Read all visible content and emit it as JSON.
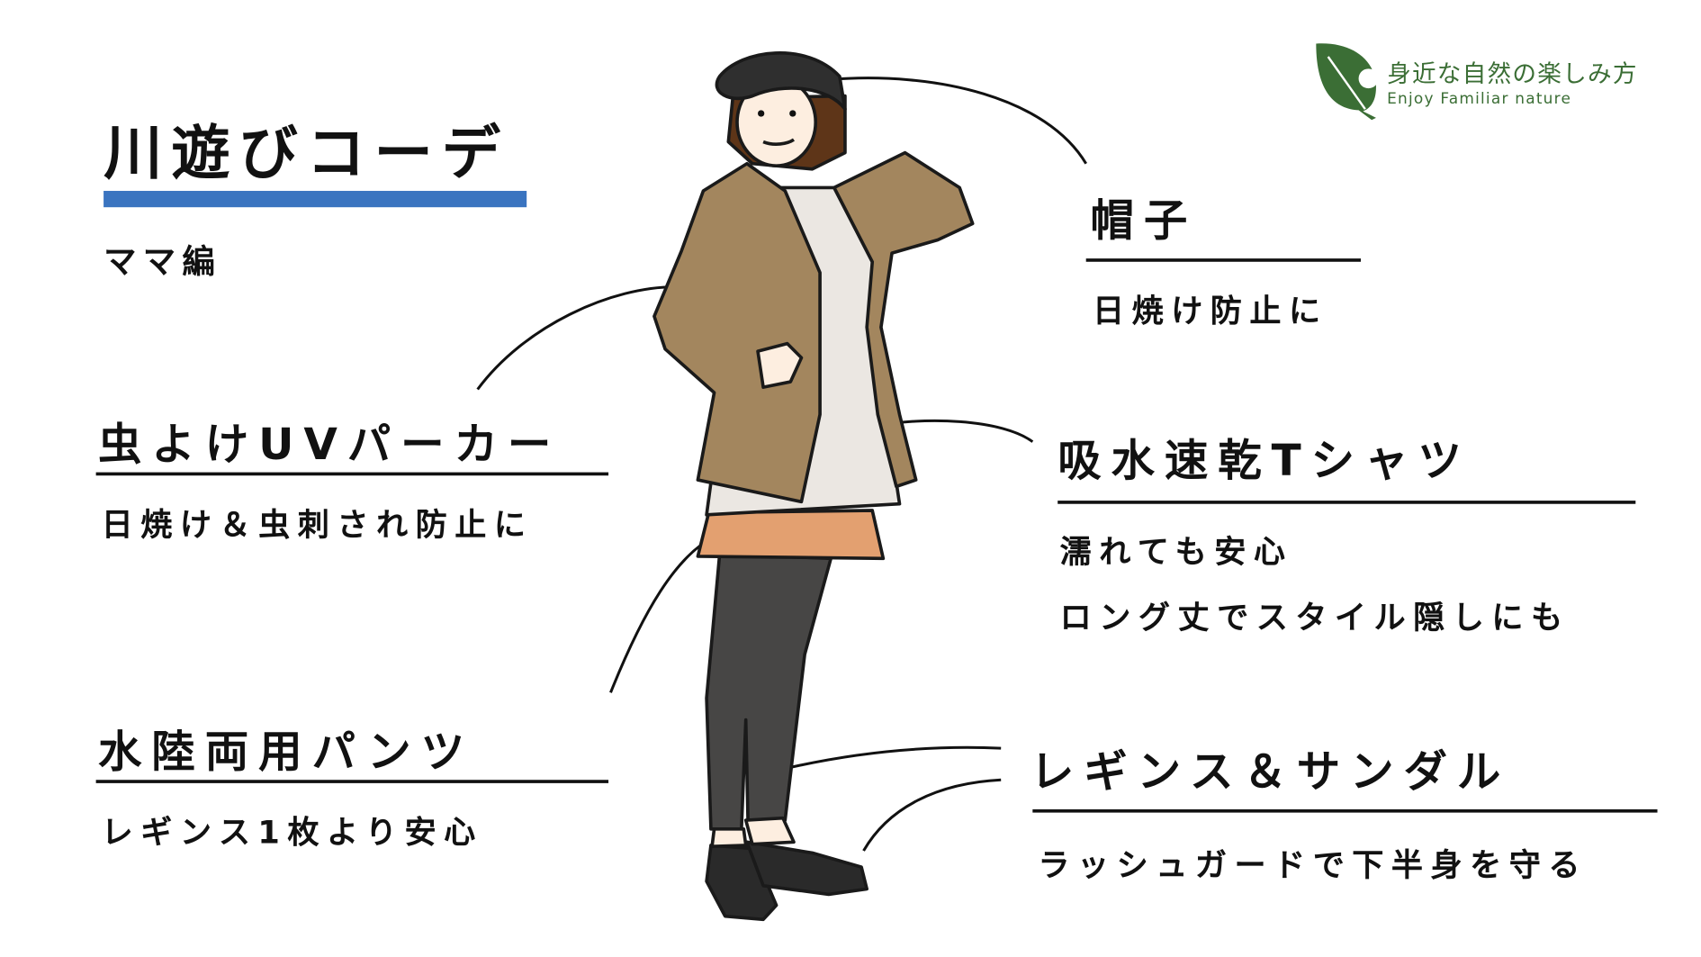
{
  "title": "川遊びコーデ",
  "subtitle": "ママ編",
  "logo": {
    "jp": "身近な自然の楽しみ方",
    "en": "Enjoy Familiar nature"
  },
  "items": {
    "hat": {
      "label": "帽子",
      "desc": [
        "日焼け防止に"
      ]
    },
    "parka": {
      "label": "虫よけUVパーカー",
      "desc": [
        "日焼け＆虫刺され防止に"
      ]
    },
    "tshirt": {
      "label": "吸水速乾Tシャツ",
      "desc": [
        "濡れても安心",
        "ロング丈でスタイル隠しにも"
      ]
    },
    "pants": {
      "label": "水陸両用パンツ",
      "desc": [
        "レギンス1枚より安心"
      ]
    },
    "leggings": {
      "label": "レギンス＆サンダル",
      "desc": [
        "ラッシュガードで下半身を守る"
      ]
    }
  },
  "colors": {
    "accent": "#3a74c0",
    "logo": "#3b6e35",
    "jacket": "#a3865e",
    "shirt": "#ebe7e2",
    "shorts": "#e3a070",
    "leggings": "#474645"
  }
}
